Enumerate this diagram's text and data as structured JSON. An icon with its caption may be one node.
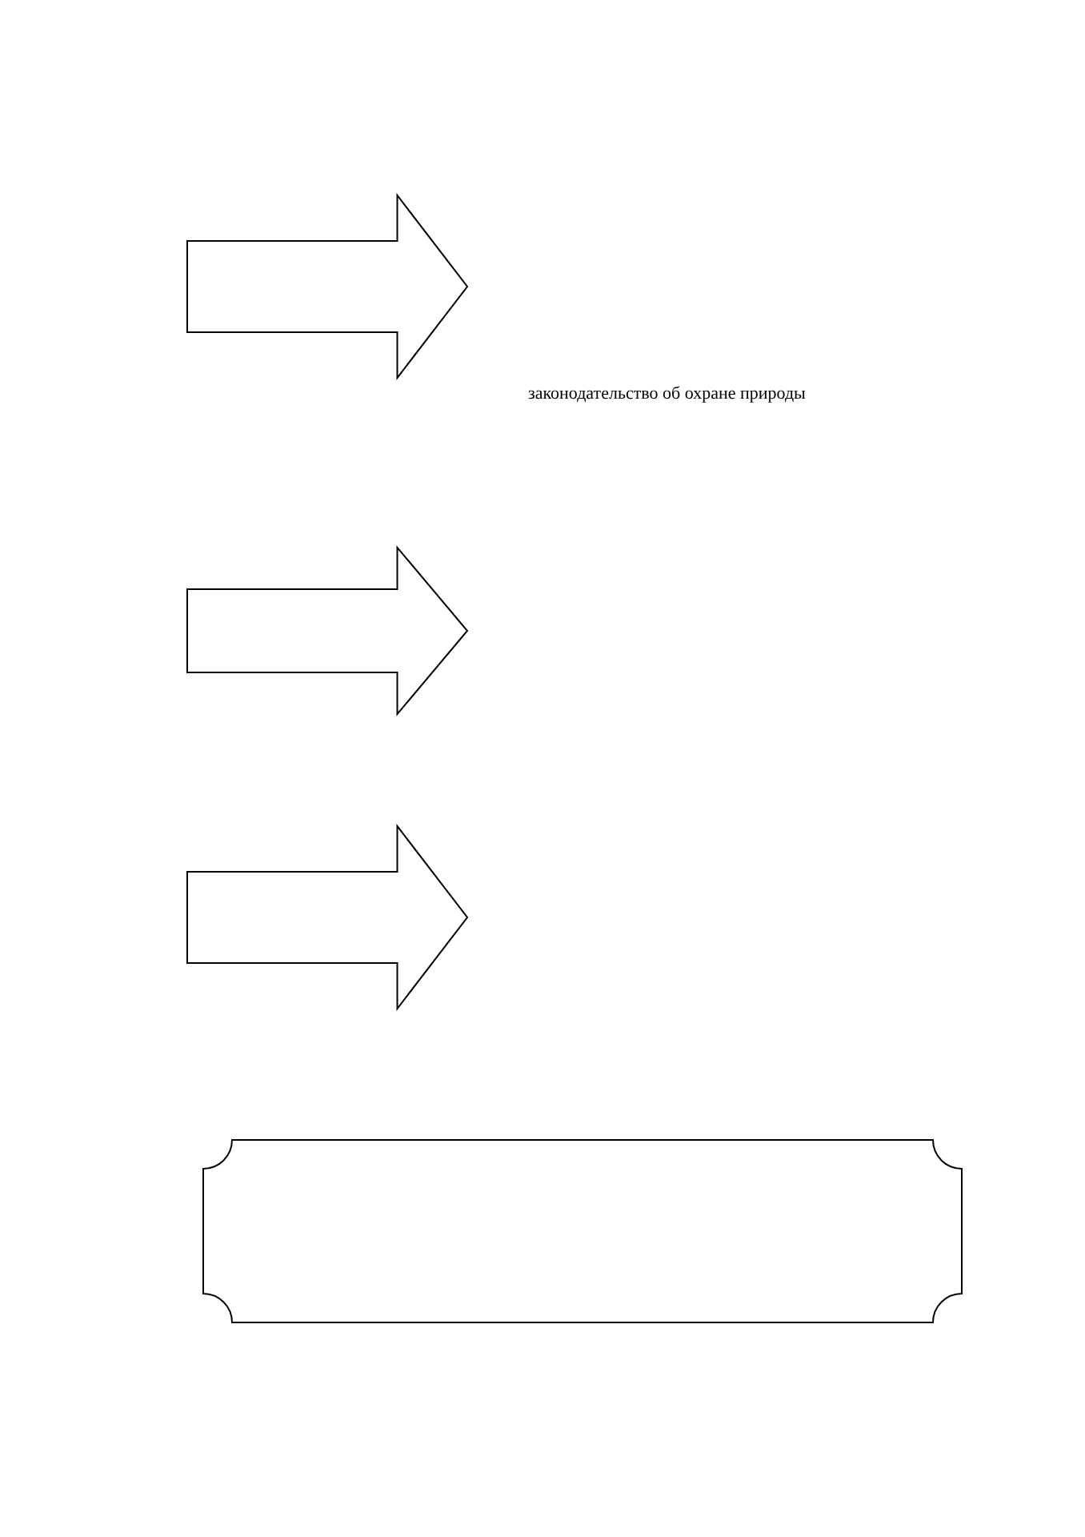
{
  "diagram": {
    "nodes": [
      {
        "text": [],
        "shape": "arrow"
      },
      {
        "text": [],
        "shape": "arrow"
      },
      {
        "text": [],
        "shape": "arrow"
      },
      {
        "text": [],
        "shape": "box"
      }
    ],
    "labels": [
      "законодательство об охране природы"
    ]
  }
}
